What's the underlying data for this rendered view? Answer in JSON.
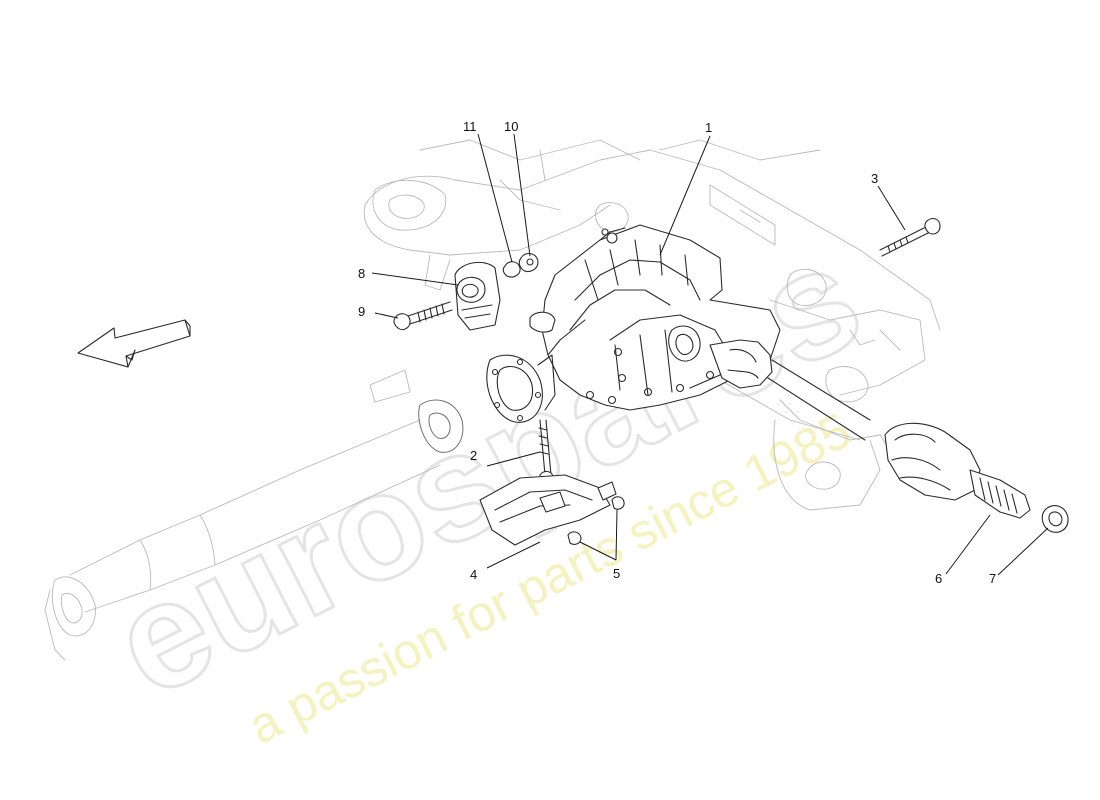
{
  "diagram": {
    "callouts": [
      {
        "id": "1",
        "label": "1"
      },
      {
        "id": "2",
        "label": "2"
      },
      {
        "id": "3",
        "label": "3"
      },
      {
        "id": "4",
        "label": "4"
      },
      {
        "id": "5",
        "label": "5"
      },
      {
        "id": "6",
        "label": "6"
      },
      {
        "id": "7",
        "label": "7"
      },
      {
        "id": "8",
        "label": "8"
      },
      {
        "id": "9",
        "label": "9"
      },
      {
        "id": "10",
        "label": "10"
      },
      {
        "id": "11",
        "label": "11"
      }
    ],
    "watermark": {
      "brand": "eurospares",
      "tagline": "a passion for parts since 1985"
    }
  }
}
